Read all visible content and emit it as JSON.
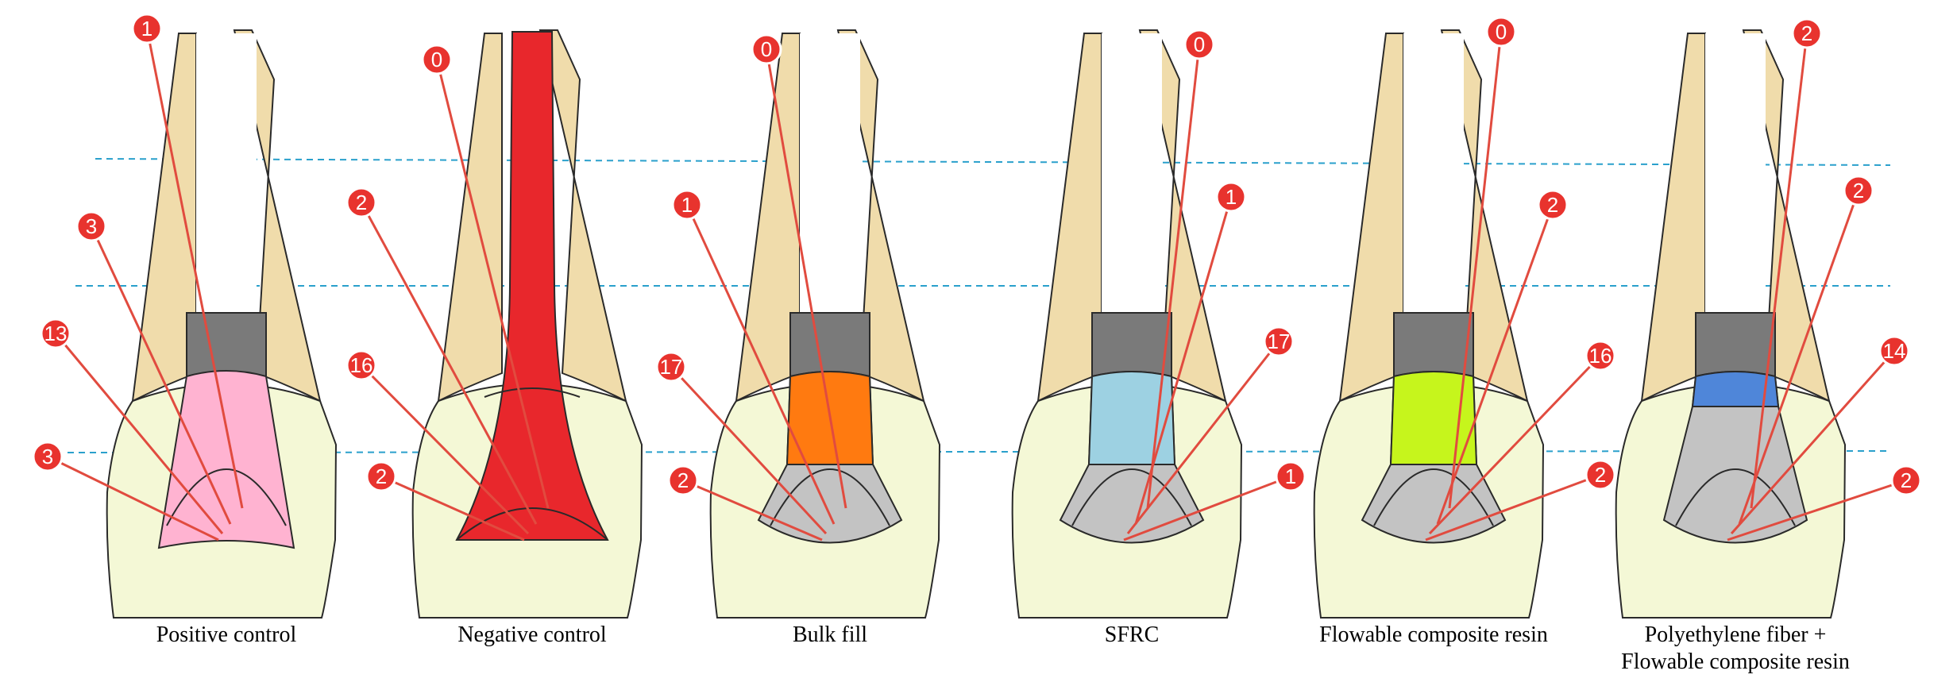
{
  "colors": {
    "crown": "#f4f8d6",
    "root": "#f0dcab",
    "canal": "#ffffff",
    "post": "#7a7a7a",
    "core": "#c3c3c3",
    "outline": "#2a2a2a",
    "leader_line": "#e14b3f",
    "marker_fill": "#e8332e",
    "guide_line": "#2aa0cc"
  },
  "specimens": [
    {
      "caption": [
        "Positive control"
      ],
      "restoration_color": "#ffb3d1",
      "counts": {
        "top": "1",
        "upper": "3",
        "middle": "13",
        "lower": "3"
      }
    },
    {
      "caption": [
        "Negative control"
      ],
      "restoration_color": "#e8272c",
      "counts": {
        "top": "0",
        "upper": "2",
        "middle": "16",
        "lower": "2"
      }
    },
    {
      "caption": [
        "Bulk fill"
      ],
      "restoration_color": "#ff7a10",
      "counts": {
        "top": "0",
        "upper": "1",
        "middle": "17",
        "lower": "2"
      }
    },
    {
      "caption": [
        "SFRC"
      ],
      "restoration_color": "#9dd1e2",
      "counts": {
        "top": "0",
        "upper": "1",
        "middle": "17",
        "lower": "1"
      }
    },
    {
      "caption": [
        "Flowable composite resin"
      ],
      "restoration_color": "#c6f51c",
      "counts": {
        "top": "0",
        "upper": "2",
        "middle": "16",
        "lower": "2"
      }
    },
    {
      "caption": [
        "Polyethylene fiber +",
        "Flowable composite resin"
      ],
      "restoration_color": "#4f86d9",
      "counts": {
        "top": "2",
        "upper": "2",
        "middle": "14",
        "lower": "2"
      }
    }
  ]
}
